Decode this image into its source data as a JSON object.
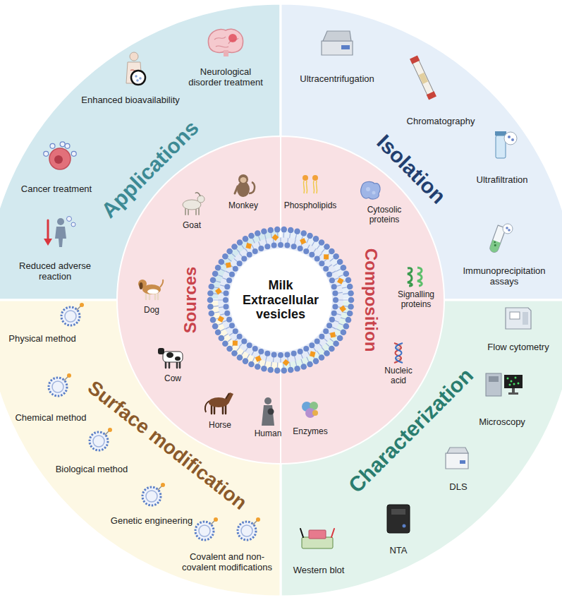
{
  "diagram": {
    "nodes": [
      {
        "text": [
          "Applications"
        ]
      },
      {
        "text": [
          "Isolation"
        ]
      },
      {
        "text": [
          "Characterization"
        ]
      },
      {
        "text": [
          "Surface modification"
        ]
      },
      {
        "text": [
          "Sources"
        ]
      },
      {
        "text": [
          "Composition"
        ]
      },
      {
        "text": [
          "Milk Extracellular vesicles"
        ]
      }
    ],
    "labels": [
      "Neurological disorder treatment",
      "Enhanced bioavailability",
      "Cancer treatment",
      "Reduced adverse reaction",
      "Ultracentrifugation",
      "Chromatography",
      "Ultrafiltration",
      "Immunoprecipitation assays",
      "Flow cytometry",
      "Microscopy",
      "DLS",
      "NTA",
      "Western blot",
      "Physical method",
      "Chemical method",
      "Biological method",
      "Genetic engineering",
      "Covalent and non-covalent modifications",
      "Monkey",
      "Goat",
      "Dog",
      "Cow",
      "Horse",
      "Human",
      "Phospholipids",
      "Cytosolic proteins",
      "Signalling proteins",
      "Nucleic acid",
      "Enzymes"
    ]
  }
}
